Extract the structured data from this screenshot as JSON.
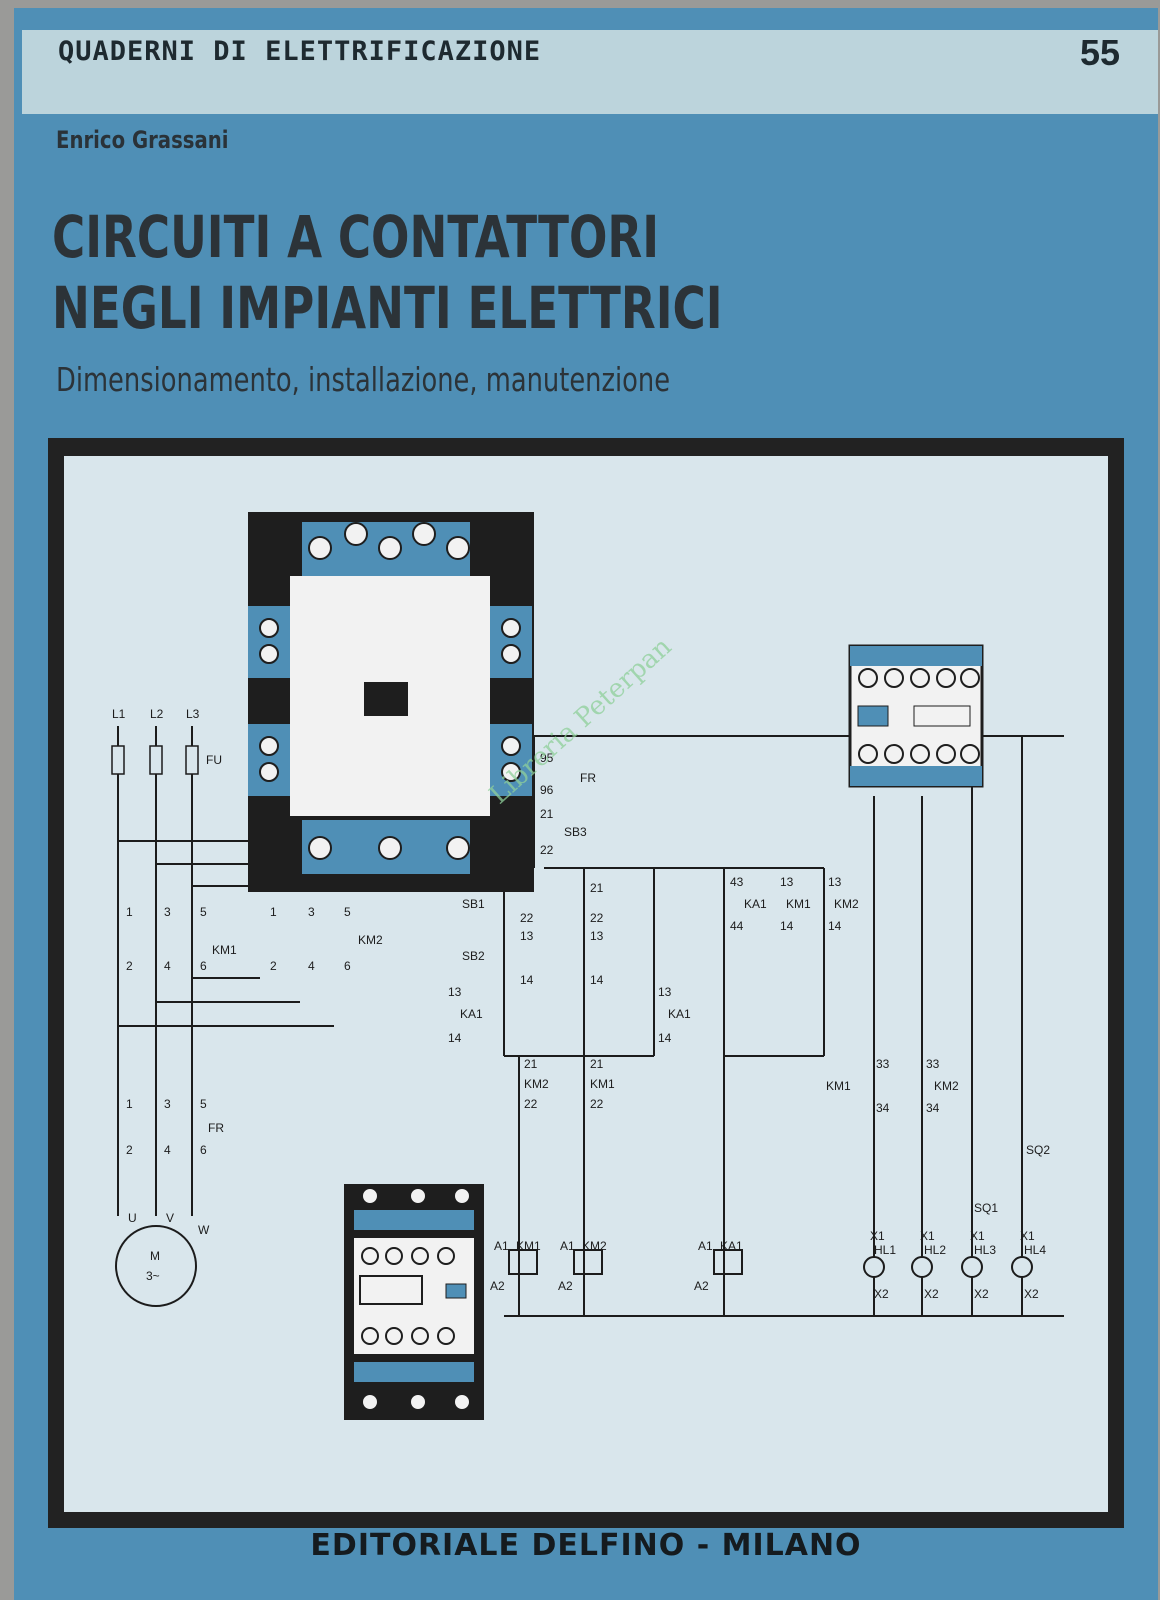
{
  "series": {
    "name": "QUADERNI DI ELETTRIFICAZIONE",
    "number": "55"
  },
  "author": "Enrico Grassani",
  "title": {
    "line1": "CIRCUITI A CONTATTORI",
    "line2": "NEGLI IMPIANTI ELETTRICI"
  },
  "subtitle": "Dimensionamento, installazione, manutenzione",
  "publisher": "EDITORIALE DELFINO - MILANO",
  "watermark": "Libreria Peterpan",
  "colors": {
    "cover_blue": "#4f8fb6",
    "band": "#bcd4dc",
    "panel": "#d9e6ec",
    "ink": "#1c1c1c"
  },
  "diagram": {
    "phases": [
      "L1",
      "L2",
      "L3"
    ],
    "fuse": "FU",
    "terminals_top": [
      "1",
      "3",
      "5",
      "1",
      "3",
      "5"
    ],
    "terminals_bottom": [
      "2",
      "4",
      "6",
      "2",
      "4",
      "6"
    ],
    "contactors": [
      "KM1",
      "KM2"
    ],
    "thermal_relay": "FR",
    "fr_terminals": [
      "1",
      "3",
      "5",
      "2",
      "4",
      "6"
    ],
    "motor": {
      "label": "M",
      "type": "3~",
      "terminals": [
        "U",
        "V",
        "W"
      ]
    },
    "control": {
      "fr_contact": [
        "95",
        "96"
      ],
      "sb3": [
        "21",
        "SB3",
        "22"
      ],
      "sb1": [
        "SB1",
        "22",
        "13"
      ],
      "sb2": [
        "SB2",
        "14",
        "21",
        "22",
        "13",
        "14"
      ],
      "ka1_contacts": [
        "13",
        "KA1",
        "14"
      ],
      "interlocks": [
        "21",
        "KM2",
        "22",
        "21",
        "KM1",
        "22"
      ],
      "aux_contacts": [
        "43",
        "KA1",
        "44",
        "13",
        "KM1",
        "14",
        "13",
        "KM2",
        "14"
      ],
      "coils": [
        "A1",
        "KM1",
        "A2",
        "A1",
        "KM2",
        "A2",
        "A1",
        "KA1",
        "A2"
      ],
      "lamp_contacts": [
        "33",
        "KM1",
        "34",
        "33",
        "KM2",
        "34"
      ],
      "limit_switches": [
        "SQ1",
        "SQ2"
      ],
      "lamps": [
        "HL1",
        "HL2",
        "HL3",
        "HL4"
      ],
      "lamp_terminals": [
        "X1",
        "X2"
      ]
    }
  }
}
